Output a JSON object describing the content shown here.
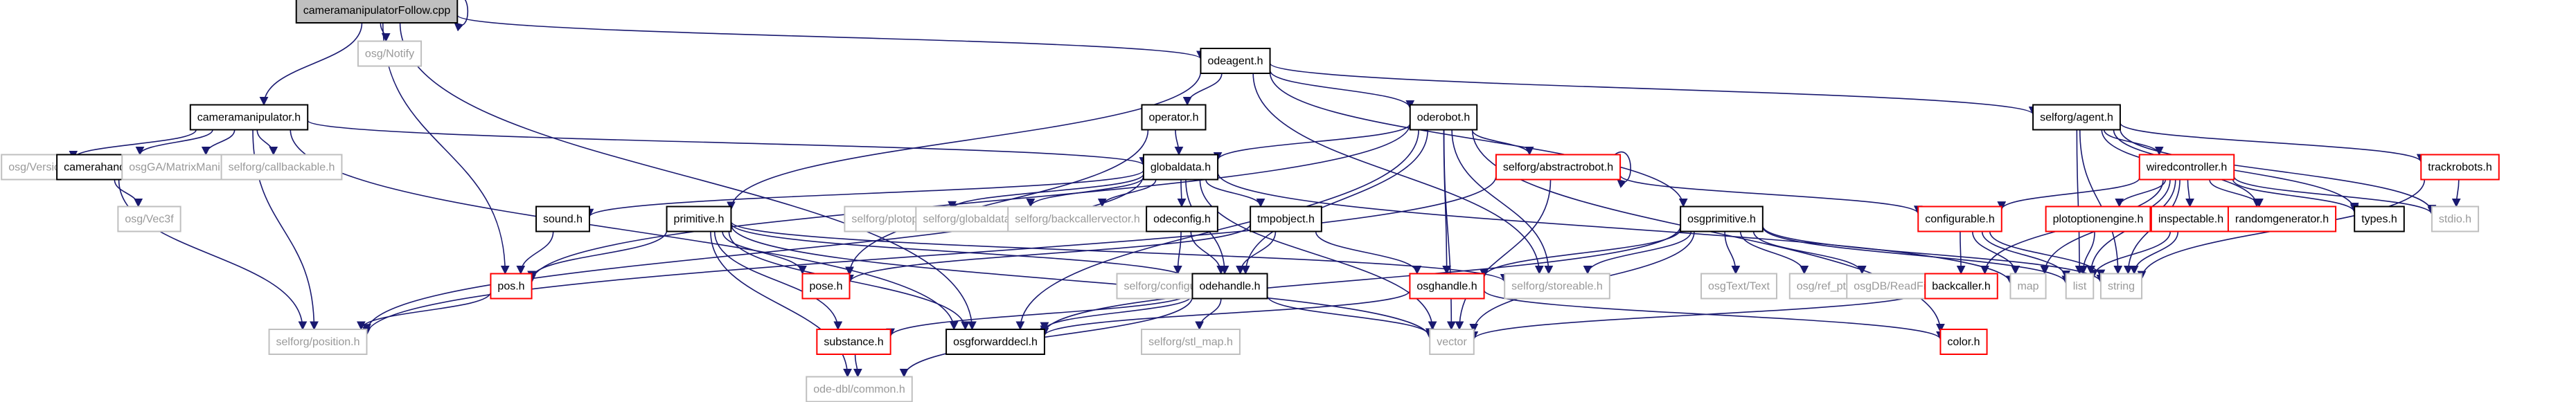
{
  "title": "cameramanipulatorFollow.cpp",
  "colors": {
    "edge": "#191970",
    "node_border_default": "#000000",
    "node_border_missing": "#bfbfbf",
    "node_border_truncated": "#ff0000",
    "node_fill_root": "#bfbfbf",
    "text_missing": "#999999"
  },
  "nodes": [
    {
      "id": "root",
      "label": "cameramanipulatorFollow.cpp",
      "kind": "root"
    },
    {
      "id": "notify",
      "label": "osg/Notify",
      "kind": "missing"
    },
    {
      "id": "odeagent",
      "label": "odeagent.h",
      "kind": "normal"
    },
    {
      "id": "cammanip",
      "label": "cameramanipulator.h",
      "kind": "normal"
    },
    {
      "id": "version",
      "label": "osg/Version",
      "kind": "missing"
    },
    {
      "id": "camhandle",
      "label": "camerahandle.h",
      "kind": "normal"
    },
    {
      "id": "matrixmanip",
      "label": "osgGA/MatrixManipulator",
      "kind": "missing"
    },
    {
      "id": "callbackable",
      "label": "selforg/callbackable.h",
      "kind": "missing"
    },
    {
      "id": "vec3f",
      "label": "osg/Vec3f",
      "kind": "missing"
    },
    {
      "id": "operator",
      "label": "operator.h",
      "kind": "normal"
    },
    {
      "id": "oderobot",
      "label": "oderobot.h",
      "kind": "normal"
    },
    {
      "id": "agent",
      "label": "selforg/agent.h",
      "kind": "normal"
    },
    {
      "id": "globaldata",
      "label": "globaldata.h",
      "kind": "normal"
    },
    {
      "id": "abstractrobot",
      "label": "selforg/abstractrobot.h",
      "kind": "truncated"
    },
    {
      "id": "sound",
      "label": "sound.h",
      "kind": "normal"
    },
    {
      "id": "primitive",
      "label": "primitive.h",
      "kind": "normal"
    },
    {
      "id": "plotoption",
      "label": "selforg/plotoption.h",
      "kind": "missing"
    },
    {
      "id": "globaldatabase",
      "label": "selforg/globaldatabase.h",
      "kind": "missing"
    },
    {
      "id": "backcallervector",
      "label": "selforg/backcallervector.h",
      "kind": "missing"
    },
    {
      "id": "odeconfig",
      "label": "odeconfig.h",
      "kind": "normal"
    },
    {
      "id": "tmpobject",
      "label": "tmpobject.h",
      "kind": "normal"
    },
    {
      "id": "osgprimitive",
      "label": "osgprimitive.h",
      "kind": "normal"
    },
    {
      "id": "pos",
      "label": "pos.h",
      "kind": "truncated"
    },
    {
      "id": "pose",
      "label": "pose.h",
      "kind": "truncated"
    },
    {
      "id": "configurable_sf",
      "label": "selforg/configurable.h",
      "kind": "missing"
    },
    {
      "id": "odehandle",
      "label": "odehandle.h",
      "kind": "normal"
    },
    {
      "id": "osghandle",
      "label": "osghandle.h",
      "kind": "truncated"
    },
    {
      "id": "storeable",
      "label": "selforg/storeable.h",
      "kind": "missing"
    },
    {
      "id": "osgtext",
      "label": "osgText/Text",
      "kind": "missing"
    },
    {
      "id": "refptr",
      "label": "osg/ref_ptr",
      "kind": "missing"
    },
    {
      "id": "readfile",
      "label": "osgDB/ReadFile",
      "kind": "missing"
    },
    {
      "id": "wiredcontroller",
      "label": "wiredcontroller.h",
      "kind": "truncated"
    },
    {
      "id": "configurable",
      "label": "configurable.h",
      "kind": "truncated"
    },
    {
      "id": "plotoptionengine",
      "label": "plotoptionengine.h",
      "kind": "truncated"
    },
    {
      "id": "inspectable",
      "label": "inspectable.h",
      "kind": "truncated"
    },
    {
      "id": "randomgenerator",
      "label": "randomgenerator.h",
      "kind": "truncated"
    },
    {
      "id": "types",
      "label": "types.h",
      "kind": "normal"
    },
    {
      "id": "trackrobots",
      "label": "trackrobots.h",
      "kind": "truncated"
    },
    {
      "id": "stdio",
      "label": "stdio.h",
      "kind": "missing"
    },
    {
      "id": "backcaller",
      "label": "backcaller.h",
      "kind": "truncated"
    },
    {
      "id": "map",
      "label": "map",
      "kind": "missing"
    },
    {
      "id": "list",
      "label": "list",
      "kind": "missing"
    },
    {
      "id": "string",
      "label": "string",
      "kind": "missing"
    },
    {
      "id": "position",
      "label": "selforg/position.h",
      "kind": "missing"
    },
    {
      "id": "substance",
      "label": "substance.h",
      "kind": "truncated"
    },
    {
      "id": "osgforwarddecl",
      "label": "osgforwarddecl.h",
      "kind": "normal"
    },
    {
      "id": "stlmap",
      "label": "selforg/stl_map.h",
      "kind": "missing"
    },
    {
      "id": "vector",
      "label": "vector",
      "kind": "missing"
    },
    {
      "id": "color",
      "label": "color.h",
      "kind": "truncated"
    },
    {
      "id": "odecommon",
      "label": "ode-dbl/common.h",
      "kind": "missing"
    }
  ],
  "edges": [
    [
      "root",
      "root"
    ],
    [
      "root",
      "notify"
    ],
    [
      "root",
      "odeagent"
    ],
    [
      "root",
      "cammanip"
    ],
    [
      "root",
      "pos"
    ],
    [
      "root",
      "osgforwarddecl"
    ],
    [
      "cammanip",
      "version"
    ],
    [
      "cammanip",
      "camhandle"
    ],
    [
      "cammanip",
      "matrixmanip"
    ],
    [
      "cammanip",
      "callbackable"
    ],
    [
      "cammanip",
      "position"
    ],
    [
      "cammanip",
      "globaldata"
    ],
    [
      "cammanip",
      "osgforwarddecl"
    ],
    [
      "camhandle",
      "vec3f"
    ],
    [
      "camhandle",
      "position"
    ],
    [
      "odeagent",
      "operator"
    ],
    [
      "odeagent",
      "oderobot"
    ],
    [
      "odeagent",
      "agent"
    ],
    [
      "odeagent",
      "primitive"
    ],
    [
      "odeagent",
      "osgprimitive"
    ],
    [
      "odeagent",
      "storeable"
    ],
    [
      "operator",
      "globaldata"
    ],
    [
      "operator",
      "pose"
    ],
    [
      "oderobot",
      "globaldata"
    ],
    [
      "oderobot",
      "abstractrobot"
    ],
    [
      "oderobot",
      "odehandle"
    ],
    [
      "oderobot",
      "osghandle"
    ],
    [
      "oderobot",
      "osgforwarddecl"
    ],
    [
      "oderobot",
      "storeable"
    ],
    [
      "oderobot",
      "vector"
    ],
    [
      "oderobot",
      "color"
    ],
    [
      "oderobot",
      "pos"
    ],
    [
      "globaldata",
      "sound"
    ],
    [
      "globaldata",
      "plotoption"
    ],
    [
      "globaldata",
      "globaldatabase"
    ],
    [
      "globaldata",
      "backcallervector"
    ],
    [
      "globaldata",
      "odeconfig"
    ],
    [
      "globaldata",
      "tmpobject"
    ],
    [
      "globaldata",
      "odehandle"
    ],
    [
      "globaldata",
      "vector"
    ],
    [
      "globaldata",
      "position"
    ],
    [
      "globaldata",
      "map"
    ],
    [
      "abstractrobot",
      "abstractrobot"
    ],
    [
      "abstractrobot",
      "position"
    ],
    [
      "abstractrobot",
      "vector"
    ],
    [
      "abstractrobot",
      "configurable"
    ],
    [
      "sound",
      "pos"
    ],
    [
      "primitive",
      "pos"
    ],
    [
      "primitive",
      "pose"
    ],
    [
      "primitive",
      "substance"
    ],
    [
      "primitive",
      "osgforwarddecl"
    ],
    [
      "primitive",
      "storeable"
    ],
    [
      "primitive",
      "odehandle"
    ],
    [
      "primitive",
      "vector"
    ],
    [
      "primitive",
      "odecommon"
    ],
    [
      "odeconfig",
      "configurable_sf"
    ],
    [
      "odeconfig",
      "odehandle"
    ],
    [
      "tmpobject",
      "pose"
    ],
    [
      "tmpobject",
      "odehandle"
    ],
    [
      "tmpobject",
      "osghandle"
    ],
    [
      "osgprimitive",
      "osghandle"
    ],
    [
      "osgprimitive",
      "osgforwarddecl"
    ],
    [
      "osgprimitive",
      "osgtext"
    ],
    [
      "osgprimitive",
      "refptr"
    ],
    [
      "osgprimitive",
      "readfile"
    ],
    [
      "osgprimitive",
      "vector"
    ],
    [
      "osgprimitive",
      "string"
    ],
    [
      "osgprimitive",
      "list"
    ],
    [
      "osgprimitive",
      "storeable"
    ],
    [
      "odehandle",
      "substance"
    ],
    [
      "odehandle",
      "osgforwarddecl"
    ],
    [
      "odehandle",
      "stlmap"
    ],
    [
      "odehandle",
      "vector"
    ],
    [
      "odehandle",
      "odecommon"
    ],
    [
      "osghandle",
      "osgforwarddecl"
    ],
    [
      "osghandle",
      "color"
    ],
    [
      "pos",
      "position"
    ],
    [
      "substance",
      "odecommon"
    ],
    [
      "agent",
      "wiredcontroller"
    ],
    [
      "agent",
      "randomgenerator"
    ],
    [
      "agent",
      "types"
    ],
    [
      "agent",
      "trackrobots"
    ],
    [
      "agent",
      "stdio"
    ],
    [
      "agent",
      "string"
    ],
    [
      "agent",
      "list"
    ],
    [
      "wiredcontroller",
      "configurable"
    ],
    [
      "wiredcontroller",
      "plotoptionengine"
    ],
    [
      "wiredcontroller",
      "inspectable"
    ],
    [
      "wiredcontroller",
      "randomgenerator"
    ],
    [
      "wiredcontroller",
      "types"
    ],
    [
      "wiredcontroller",
      "backcaller"
    ],
    [
      "wiredcontroller",
      "stdio"
    ],
    [
      "wiredcontroller",
      "list"
    ],
    [
      "wiredcontroller",
      "string"
    ],
    [
      "wiredcontroller",
      "map"
    ],
    [
      "configurable",
      "backcaller"
    ],
    [
      "configurable",
      "map"
    ],
    [
      "configurable",
      "list"
    ],
    [
      "configurable",
      "string"
    ],
    [
      "plotoptionengine",
      "list"
    ],
    [
      "inspectable",
      "list"
    ],
    [
      "inspectable",
      "string"
    ],
    [
      "trackrobots",
      "stdio"
    ],
    [
      "trackrobots",
      "string"
    ],
    [
      "backcaller",
      "vector"
    ]
  ]
}
